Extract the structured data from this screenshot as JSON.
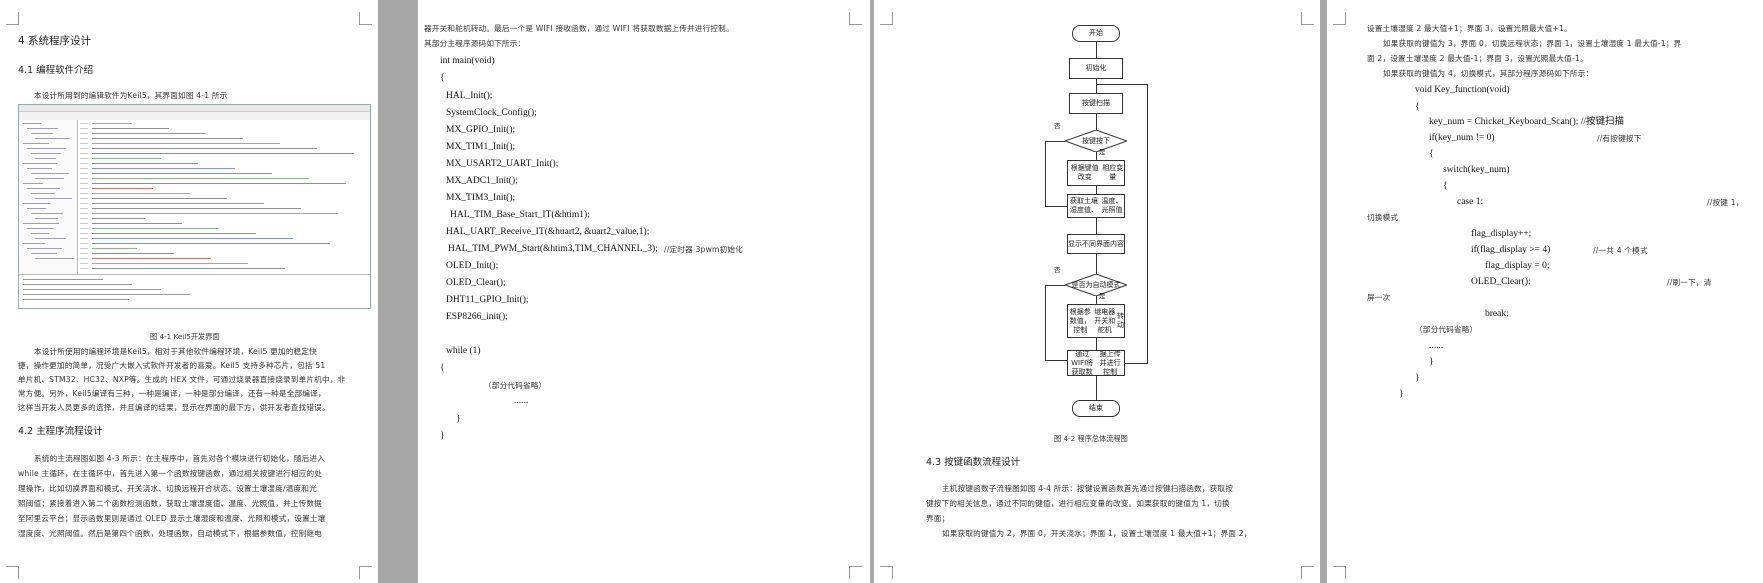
{
  "page1": {
    "section": "4 系统程序设计",
    "sub1": "4.1 编程软件介绍",
    "intro": "本设计所用到的编辑软件为Keil5，其界面如图 4-1 所示",
    "fig_caption": "图 4-1 Keil5开发界面",
    "para1": [
      "本设计所使用的编程环境是Keil5，相对于其他软件编程环境，Keil5 更加的稳定快",
      "捷，操作更加的简单，况受广大嵌入式软件开发者的喜爱。Keil5 支持多种芯片，包括 51",
      "单片机、STM32、HC32、NXP等。生成的 HEX 文件，可通过烧录器直接烧录到单片机中，非",
      "常方便。另外，Keil5编译有三种，一种是编译，一种是部分编译，还有一种是全部编译，",
      "这样当开发人员更多的选择，并且编译的结果，显示在界面的最下方，供开发者查找错误。"
    ],
    "sub2": "4.2 主程序流程设计",
    "para2": [
      "系统的主流程图如图 4-3 所示：在主程序中，首先对各个模块进行初始化，随后进入",
      "while 主循环，在主循环中，首先进入第一个函数按键函数，通过相关按键进行相应的处",
      "理操作，比如切换界面和模式、开关浇水、切换远程开合状态、设置土壤湿度/温度和光",
      "照阈值；紧接着进入第二个函数检测函数，获取土壤湿度值、温度、光照值，并上传数据",
      "至阿里云平台；显示函数里则是通过 OLED 显示土壤湿度和温度、光照和模式，设置土壤",
      "湿度度、光照阈值。然后是第四个函数，处理函数，自动模式下，根据参数值，控制继电"
    ]
  },
  "page2": {
    "top_lines": [
      "器开关和舵机转动。最后一个是 WIFI 接收函数，通过 WIFI 将获取数据上传并进行控制。",
      "其部分主程序源码如下所示："
    ],
    "code": [
      "int main(void)",
      "{",
      "HAL_Init();",
      "SystemClock_Config();",
      "MX_GPIO_Init();",
      "MX_TIM1_Init();",
      "MX_USART2_UART_Init();",
      "MX_ADC1_Init();",
      "MX_TIM3_Init();",
      "HAL_TIM_Base_Start_IT(&htim1);",
      "HAL_UART_Receive_IT(&huart2, &uart2_value,1);",
      "HAL_TIM_PWM_Start(&htim3,TIM_CHANNEL_3);",
      "OLED_Init();",
      "OLED_Clear();",
      "DHT11_GPIO_Init();",
      "ESP8266_init();",
      "while (1)",
      "{",
      "（部分代码省略）",
      "......",
      "}",
      "}"
    ],
    "pwm_comment": "//定时器 3pwm初始化"
  },
  "page3": {
    "flow": {
      "start": "开始",
      "init": "初始化",
      "scan": "按键扫描",
      "pressed": "按键按下",
      "change": [
        "根据键值改变",
        "相应变量"
      ],
      "acquire": [
        "获取土壤湿度值、",
        "温度、光照值"
      ],
      "display": "显示不同界面内容",
      "auto": "是否为自动模式",
      "control": [
        "根据参数值，控制",
        "继电器开关和舵机",
        "转动"
      ],
      "wifi": [
        "通过WIFI将获取数",
        "据上传并进行控制"
      ],
      "end": "结束",
      "yes": "是",
      "no": "否"
    },
    "fig_caption": "图 4-2  程序总体流程图",
    "sub": "4.3 按键函数流程设计",
    "para": [
      "主机按键函数子流程图如图 4-4 所示：按键设置函数首先通过按键扫描函数，获取按",
      "键按下的相关信息，通过不同的键值，进行相应变量的改变。如果获取的键值为 1，切换",
      "界面；",
      "如果获取的键值为 2，界面 0，开关浇水；界面 1，设置土壤湿度 1 最大值+1；界面 2，"
    ]
  },
  "page4": {
    "lines": [
      "设置土壤湿度 2 最大值+1；界面 3，设置光照最大值+1。",
      "如果获取的键值为 3，界面 0，切换远程状态；界面 1，设置土壤湿度 1 最大值-1；界",
      "面 2，设置土壤湿度 2 最大值-1；界面 3，设置光照最大值-1。",
      "如果获取的键值为 4，切换模式，其部分程序源码如下所示："
    ],
    "code": [
      "void Key_function(void)",
      "{",
      "key_num = Chicket_Keyboard_Scan(); //按键扫描",
      "if(key_num != 0)",
      "{",
      "switch(key_num)",
      "{",
      "case 1:",
      "flag_display++;",
      "if(flag_display >= 4)",
      "flag_display = 0;",
      "OLED_Clear();",
      "break;",
      "（部分代码省略）",
      "......",
      "}",
      "}",
      "}"
    ],
    "comments": {
      "press": "//有按键按下",
      "key1": "//按键 1，",
      "key1_cont": "切换模式",
      "modes": "//一共 4 个模式",
      "refresh": "//刷一下，清",
      "refresh_cont": "屏一次"
    }
  }
}
